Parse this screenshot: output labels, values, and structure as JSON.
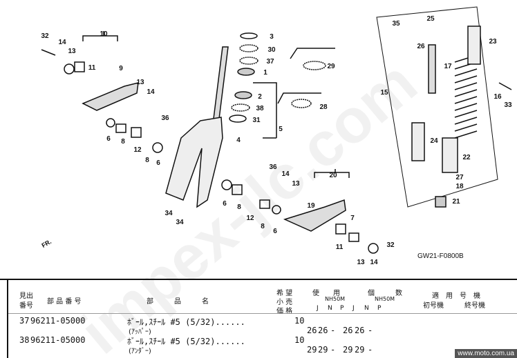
{
  "diagram": {
    "code": "GW21-F0800B",
    "front_label": "FR.",
    "callouts": [
      "32",
      "14",
      "10",
      "13",
      "9",
      "11",
      "13",
      "14",
      "36",
      "6",
      "8",
      "12",
      "8",
      "6",
      "3",
      "30",
      "37",
      "1",
      "29",
      "2",
      "38",
      "31",
      "5",
      "28",
      "4",
      "36",
      "14",
      "13",
      "20",
      "6",
      "8",
      "12",
      "19",
      "7",
      "8",
      "6",
      "34",
      "34",
      "11",
      "13",
      "14",
      "32",
      "35",
      "25",
      "26",
      "23",
      "17",
      "15",
      "16",
      "33",
      "24",
      "22",
      "27",
      "18",
      "21"
    ]
  },
  "table": {
    "headers": {
      "ref_no": "見出\n番号",
      "ref_no_1": "見出",
      "ref_no_2": "番号",
      "part_number": "部 品 番 号",
      "part_name": "部　　　品　　　名",
      "price_1": "希 望",
      "price_2": "小 売",
      "price_3": "価 格",
      "qty": "使　　用　　　　個　　　数",
      "model_a": "NH50M",
      "model_b": "NH50M",
      "cols": [
        "J",
        "N",
        "P",
        "J",
        "N",
        "P"
      ],
      "applicable": "適　用　号　機",
      "first_serial": "初号機",
      "last_serial": "終号機"
    },
    "rows": [
      {
        "ref": "37",
        "part_number": "96211-05000",
        "name": "ﾎﾞｰﾙ,ｽﾁｰﾙ #5 (5/32)......",
        "sub": "(ｱｯﾊﾟｰ)",
        "price": "10",
        "qty": [
          "26",
          "26",
          "-",
          "26",
          "26",
          "-"
        ]
      },
      {
        "ref": "38",
        "part_number": "96211-05000",
        "name": "ﾎﾞｰﾙ,ｽﾁｰﾙ #5 (5/32)......",
        "sub": "(ｱﾝﾀﾞｰ)",
        "price": "10",
        "qty": [
          "29",
          "29",
          "-",
          "29",
          "29",
          "-"
        ]
      }
    ]
  },
  "watermark": "impex-jlc.com",
  "site": "www.moto.com.ua"
}
